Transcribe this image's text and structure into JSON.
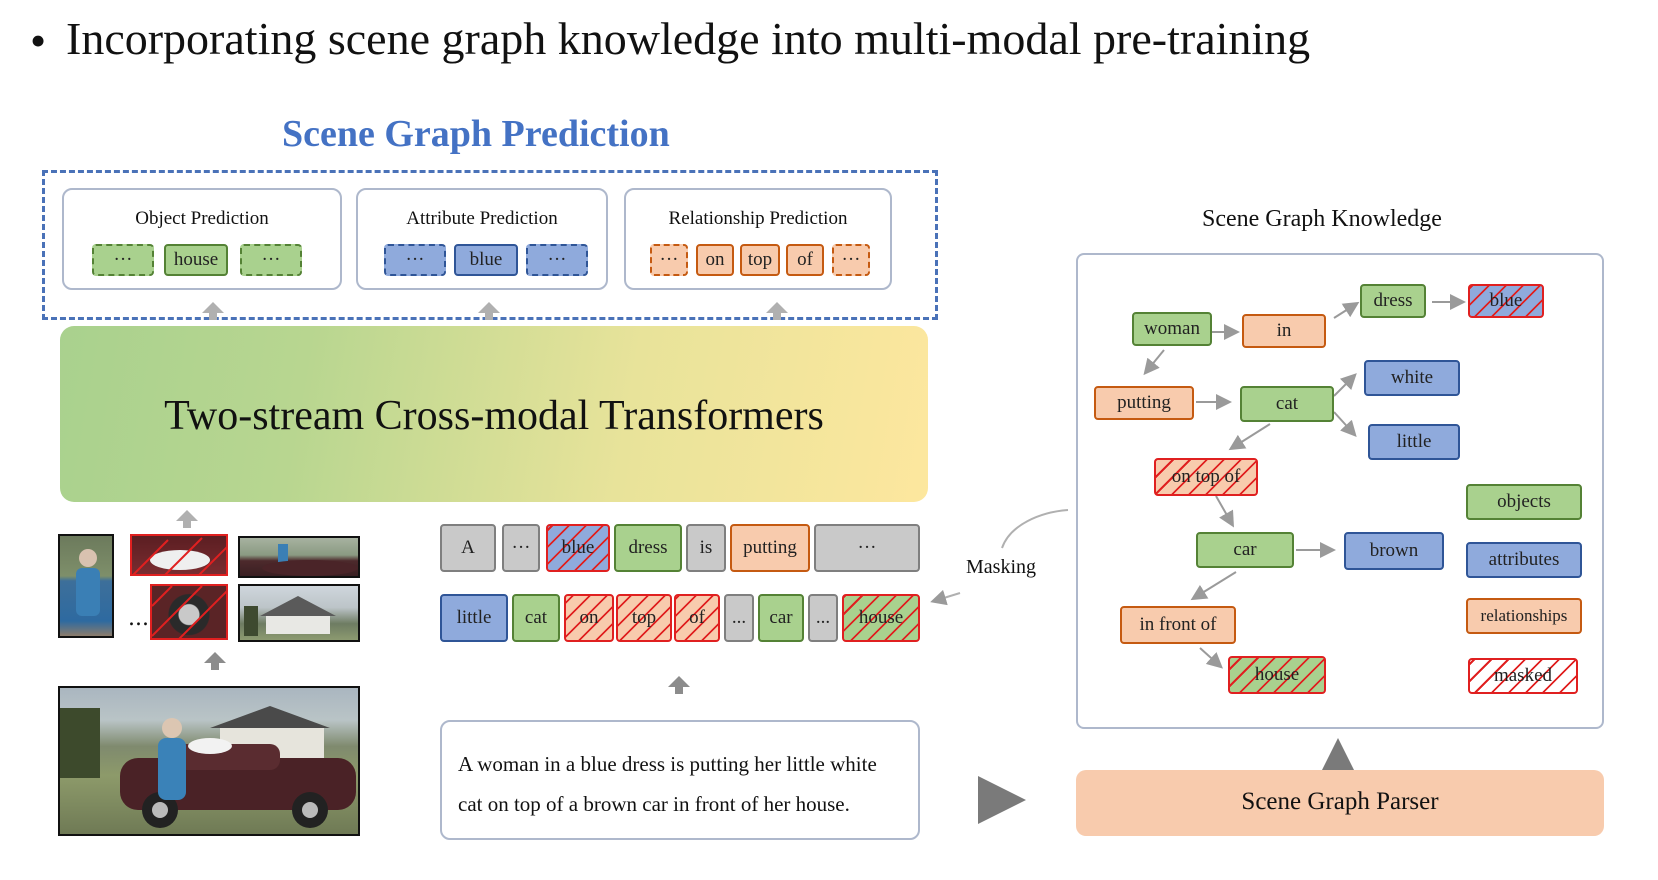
{
  "header": {
    "bullet": "•",
    "title": "Incorporating scene graph knowledge into multi-modal pre-training"
  },
  "prediction": {
    "title": "Scene Graph Prediction",
    "object": {
      "title": "Object Prediction",
      "tokens": [
        "···",
        "house",
        "···"
      ]
    },
    "attribute": {
      "title": "Attribute Prediction",
      "tokens": [
        "···",
        "blue",
        "···"
      ]
    },
    "relationship": {
      "title": "Relationship Prediction",
      "tokens": [
        "···",
        "on",
        "top",
        "of",
        "···"
      ]
    }
  },
  "transformer": {
    "label": "Two-stream Cross-modal Transformers"
  },
  "image_tokens": {
    "ellipsis": "..."
  },
  "text_tokens": {
    "row1": [
      "A",
      "···",
      "blue",
      "dress",
      "is",
      "putting",
      "···"
    ],
    "row2": [
      "little",
      "cat",
      "on",
      "top",
      "of",
      "...",
      "car",
      "...",
      "house"
    ]
  },
  "caption": {
    "line1": "A woman in a blue dress is putting her little white",
    "line2": "cat on top of a brown car in front of her house."
  },
  "masking_label": "Masking",
  "knowledge": {
    "title": "Scene Graph Knowledge",
    "nodes": {
      "woman": "woman",
      "in": "in",
      "dress": "dress",
      "blue": "blue",
      "putting": "putting",
      "cat": "cat",
      "white": "white",
      "little": "little",
      "on_top_of": "on top of",
      "car": "car",
      "brown": "brown",
      "in_front_of": "in front of",
      "house": "house"
    },
    "legend": {
      "objects": "objects",
      "attributes": "attributes",
      "relationships": "relationships",
      "masked": "masked"
    }
  },
  "parser": {
    "label": "Scene Graph Parser"
  },
  "colors": {
    "object_green": "#a9d18e",
    "attribute_blue": "#8faadc",
    "relation_orange": "#f8cbad",
    "mask_red": "#e02020",
    "title_blue": "#4472c4",
    "frame_blue": "#4a72b8"
  }
}
